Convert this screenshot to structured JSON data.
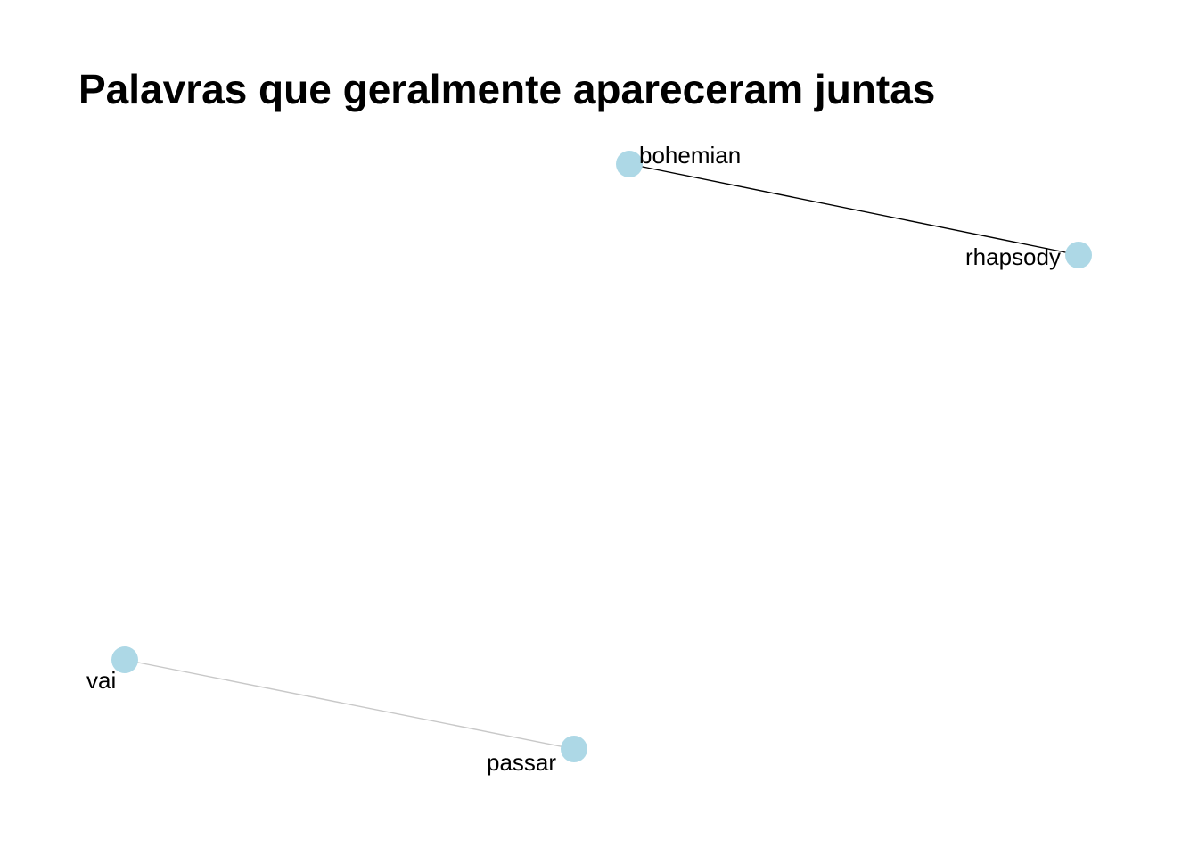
{
  "title": "Palavras que geralmente apareceram juntas",
  "colors": {
    "node": "#add8e6",
    "edge_strong": "#000000",
    "edge_weak": "#c8c8c8",
    "background": "#ffffff"
  },
  "nodes": [
    {
      "id": "bohemian",
      "label": "bohemian"
    },
    {
      "id": "rhapsody",
      "label": "rhapsody"
    },
    {
      "id": "vai",
      "label": "vai"
    },
    {
      "id": "passar",
      "label": "passar"
    }
  ],
  "edges": [
    {
      "from": "bohemian",
      "to": "rhapsody",
      "color": "#000000"
    },
    {
      "from": "vai",
      "to": "passar",
      "color": "#c8c8c8"
    }
  ]
}
